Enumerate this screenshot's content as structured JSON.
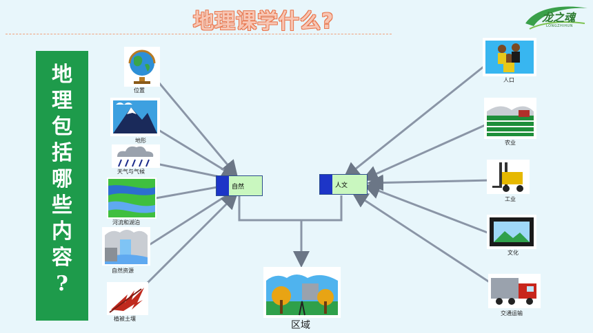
{
  "header": {
    "title": "地理课学什么?"
  },
  "logo": {
    "text": "龙之魂",
    "subtext": "LONGZHIHUN"
  },
  "sidebar": {
    "chars": [
      "地",
      "理",
      "包",
      "括",
      "哪",
      "些",
      "内",
      "容",
      "?"
    ]
  },
  "center": {
    "nature": "自然",
    "human": "人文",
    "region": "区域"
  },
  "natural_items": [
    {
      "label": "位置",
      "icon": "globe-icon"
    },
    {
      "label": "地形",
      "icon": "mountain-icon"
    },
    {
      "label": "天气与气候",
      "icon": "rain-cloud-icon"
    },
    {
      "label": "河流和湖泊",
      "icon": "river-icon"
    },
    {
      "label": "自然资源",
      "icon": "waterfall-icon"
    },
    {
      "label": "植被土壤",
      "icon": "leaf-icon"
    }
  ],
  "human_items": [
    {
      "label": "人口",
      "icon": "people-icon"
    },
    {
      "label": "农业",
      "icon": "farm-icon"
    },
    {
      "label": "工业",
      "icon": "forklift-icon"
    },
    {
      "label": "文化",
      "icon": "picture-icon"
    },
    {
      "label": "交通运输",
      "icon": "truck-icon"
    }
  ],
  "colors": {
    "side_bg": "#1e9b4b",
    "box_fill": "#c9f7bf",
    "box_accent": "#1d35c7",
    "arrow": "#7f8a9a",
    "title": "#f7c6b4"
  }
}
